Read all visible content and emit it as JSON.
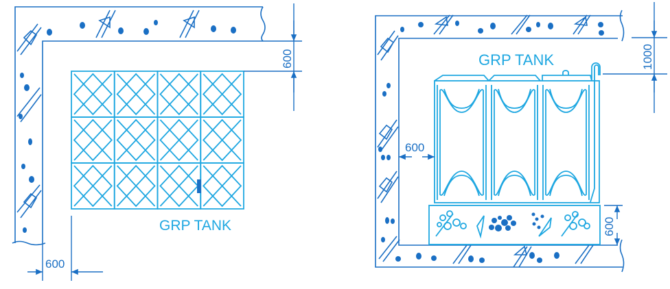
{
  "colors": {
    "wall": "#1a6fc4",
    "tank": "#1ea7e1"
  },
  "plan_view": {
    "label": "GRP TANK",
    "dim_top_clearance": "600",
    "dim_side_clearance": "600"
  },
  "elevation_view": {
    "label": "GRP TANK",
    "dim_top_clearance": "1000",
    "dim_side_clearance": "600",
    "dim_base_height": "600"
  }
}
